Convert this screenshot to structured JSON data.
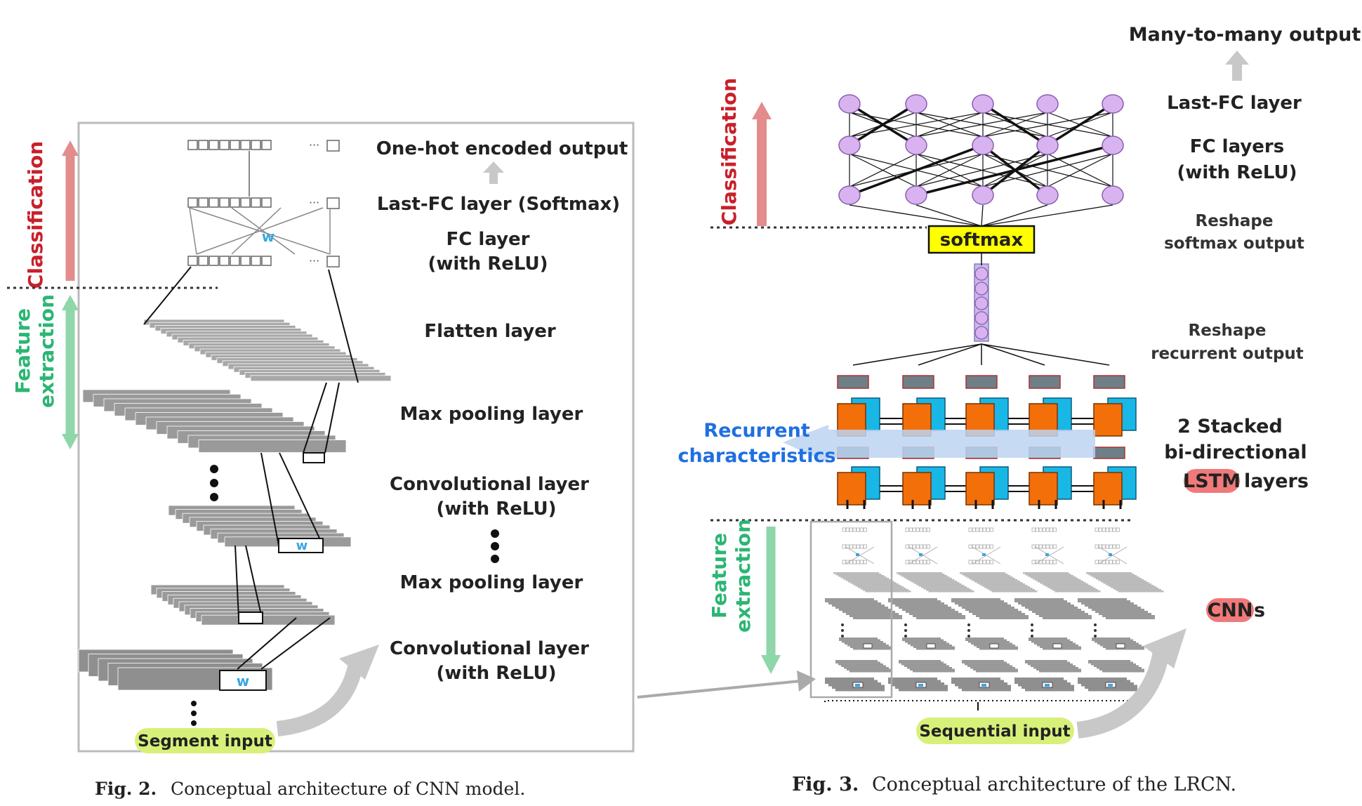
{
  "fig2": {
    "caption_num": "Fig. 2.",
    "caption_text": "Conceptual architecture of CNN model.",
    "side_classification": "Classification",
    "side_feature_1": "Feature",
    "side_feature_2": "extraction",
    "output": "One-hot encoded output",
    "last_fc": "Last-FC layer (Softmax)",
    "fc_1": "FC layer",
    "fc_2": "(with ReLU)",
    "flatten": "Flatten layer",
    "maxpool_top": "Max pooling layer",
    "conv_top_1": "Convolutional layer",
    "conv_top_2": "(with ReLU)",
    "maxpool_bottom": "Max pooling layer",
    "conv_bottom_1": "Convolutional layer",
    "conv_bottom_2": "(with ReLU)",
    "segment_input": "Segment input",
    "weight_symbol": "w",
    "ellipsis": "···"
  },
  "fig3": {
    "caption_num": "Fig. 3.",
    "caption_text": "Conceptual architecture of the LRCN.",
    "output": "Many-to-many output",
    "last_fc": "Last-FC layer",
    "fc_1": "FC layers",
    "fc_2": "(with ReLU)",
    "reshape_softmax_1": "Reshape",
    "reshape_softmax_2": "softmax output",
    "softmax": "softmax",
    "reshape_recurrent_1": "Reshape",
    "reshape_recurrent_2": "recurrent output",
    "lstm_1": "2 Stacked",
    "lstm_2": "bi-directional",
    "lstm_3": "LSTM",
    "lstm_4": "layers",
    "recurrent_1": "Recurrent",
    "recurrent_2": "characteristics",
    "side_classification": "Classification",
    "side_feature_1": "Feature",
    "side_feature_2": "extraction",
    "cnns_1": "CNN",
    "cnns_2": "s",
    "sequential_input": "Sequential input"
  },
  "colors": {
    "classification_red": "#c8202a",
    "classification_arrow": "#e38c8c",
    "feature_green": "#2bb673",
    "feature_arrow": "#8fd6a8",
    "weight_blue": "#3aa7e0",
    "layer_gray": "#9a9a9a",
    "input_green": "#d7f07a",
    "softmax_yellow": "#ffff00",
    "node_purple": "#d9b3f0",
    "lstm_orange": "#f36f0a",
    "lstm_cyan": "#19b7e6",
    "lstm_gate_gray": "#6f7f87",
    "highlight_red": "#f07a7a",
    "recurrent_text_blue": "#1f6fe0"
  }
}
